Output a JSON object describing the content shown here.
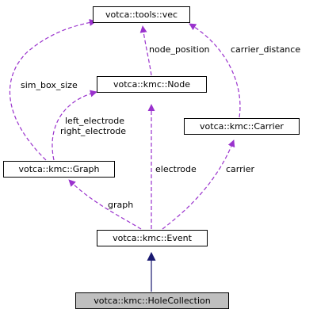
{
  "colors": {
    "dependency_edge": "#9a32cd",
    "inheritance_edge": "#191970",
    "focus_fill": "#bfbfbf",
    "node_border": "#000000"
  },
  "nodes": {
    "vec": "votca::tools::vec",
    "node": "votca::kmc::Node",
    "carrier": "votca::kmc::Carrier",
    "graph": "votca::kmc::Graph",
    "event": "votca::kmc::Event",
    "hole_collection": "votca::kmc::HoleCollection"
  },
  "edge_labels": {
    "node_position": "node_position",
    "carrier_distance": "carrier_distance",
    "sim_box_size": "sim_box_size",
    "left_electrode": "left_electrode",
    "right_electrode": "right_electrode",
    "electrode": "electrode",
    "carrier": "carrier",
    "graph": "graph"
  }
}
